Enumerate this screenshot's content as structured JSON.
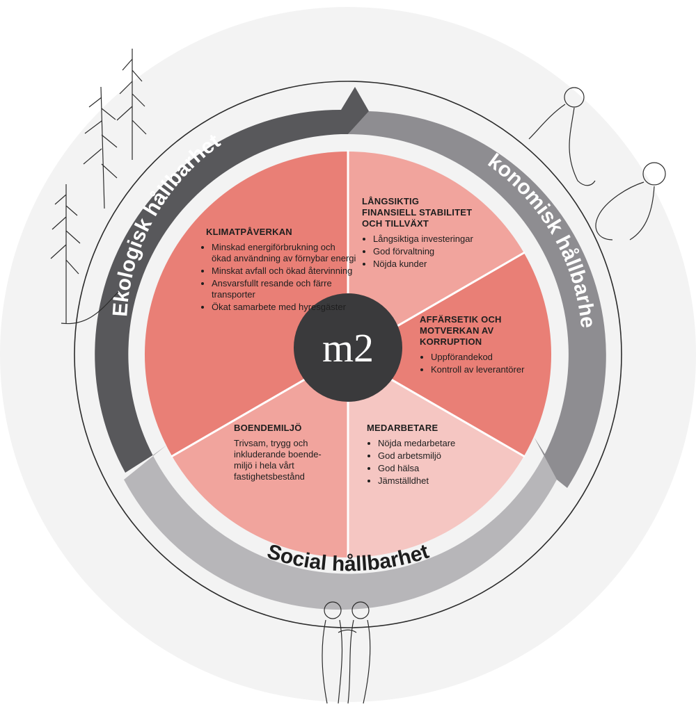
{
  "center": {
    "label": "m2"
  },
  "arc_labels": {
    "ecological": "Ekologisk hållbarhet",
    "economic": "Ekonomisk hållbarhet",
    "social": "Social hållbarhet"
  },
  "sections": {
    "klimat": {
      "title": "KLIMATPÅVERKAN",
      "items": [
        "Minskad energiförbrukning och ökad användning av förnybar energi",
        "Minskat avfall och ökad återvinning",
        "Ansvarsfullt resande och färre transporter",
        "Ökat samarbete med hyresgäster"
      ]
    },
    "finans": {
      "title_lines": [
        "LÅNGSIKTIG",
        "FINANSIELL STABILITET",
        "OCH TILLVÄXT"
      ],
      "items": [
        "Långsiktiga investeringar",
        "God förvaltning",
        "Nöjda kunder"
      ]
    },
    "affar": {
      "title_lines": [
        "AFFÄRSETIK OCH",
        "MOTVERKAN AV",
        "KORRUPTION"
      ],
      "items": [
        "Uppförandekod",
        "Kontroll av leverantörer"
      ]
    },
    "medarbetare": {
      "title": "MEDARBETARE",
      "items": [
        "Nöjda medarbetare",
        "God arbetsmiljö",
        "God hälsa",
        "Jämställdhet"
      ]
    },
    "boende": {
      "title": "BOENDEMILJÖ",
      "text_lines": [
        "Trivsam, trygg och",
        "inkluderande boende-",
        "miljö i hela vårt",
        "fastighetsbestånd"
      ]
    }
  },
  "colors": {
    "background_disc": "#f3f3f3",
    "ring_dark": "#58585b",
    "ring_mid": "#8e8d91",
    "ring_light": "#b7b6b9",
    "segment_dark": "#e97f76",
    "segment_light": "#f1a49d",
    "segment_lightest": "#f5c6c2",
    "center": "#3a3a3c"
  }
}
